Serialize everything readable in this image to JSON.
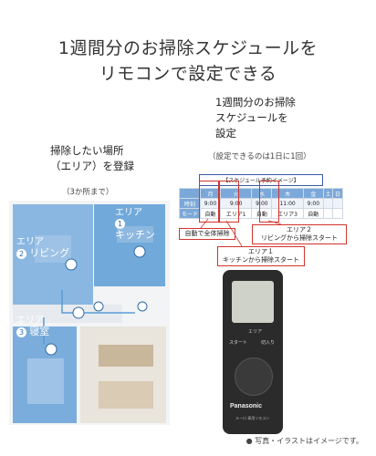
{
  "title": {
    "line1": "1週間分のお掃除スケジュールを",
    "line2": "リモコンで設定できる"
  },
  "right_label": {
    "line1": "1週間分のお掃除",
    "line2": "スケジュールを",
    "line3": "設定"
  },
  "right_note": "（設定できるのは1日に1回）",
  "left_label": {
    "line1": "掃除したい場所",
    "line2": "（エリア）を登録"
  },
  "left_note": "（3か所まで）",
  "schedule": {
    "caption": "【スケジュール予約イメージ】",
    "days": [
      "月",
      "火",
      "水",
      "木",
      "金",
      "土",
      "日"
    ],
    "row_time_label": "時刻",
    "times": [
      "9:00",
      "9:00",
      "9:00",
      "11:00",
      "9:00",
      "",
      ""
    ],
    "row_mode_label": "モード",
    "modes": [
      "自動",
      "エリア1",
      "自動",
      "エリア3",
      "自動",
      "",
      ""
    ]
  },
  "callouts": {
    "auto": "自動で全体掃除",
    "area2": [
      "エリア２",
      "リビングから掃除スタート"
    ],
    "area1": [
      "エリア１",
      "キッチンから掃除スタート"
    ]
  },
  "floor_areas": {
    "area1": {
      "label": "エリア",
      "num": "1",
      "name": "キッチン"
    },
    "area2": {
      "label": "エリア",
      "num": "2",
      "name": "リビング"
    },
    "area3": {
      "label": "エリア",
      "num": "3",
      "name": "寝室"
    }
  },
  "remote": {
    "brand": "Panasonic",
    "btn_left": "スタート",
    "btn_right": "切入り",
    "small_text": "エリア",
    "model": "ルーロ 専用リモコン"
  },
  "footnote": "● 写真・イラストはイメージです。",
  "colors": {
    "accent_blue": "#3b5aa8",
    "callout_red": "#d0342c",
    "floor_blue": "#5b9bd5"
  }
}
